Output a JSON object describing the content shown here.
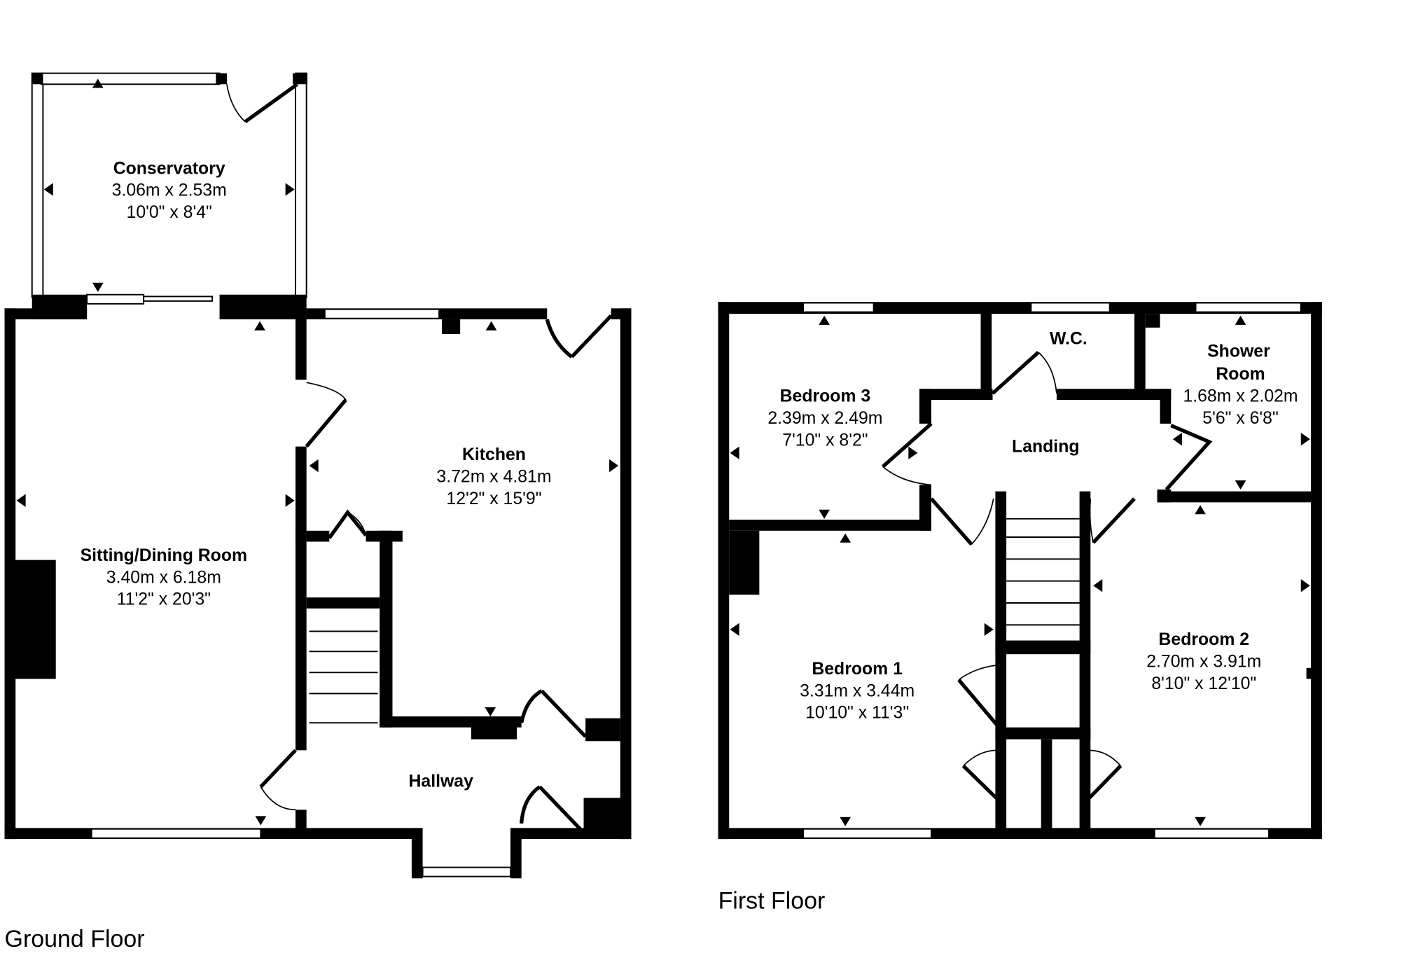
{
  "floors": {
    "ground": {
      "label": "Ground Floor",
      "rooms": {
        "conservatory": {
          "name": "Conservatory",
          "metric": "3.06m x 2.53m",
          "imperial": "10'0\" x 8'4\""
        },
        "sitting": {
          "name": "Sitting/Dining Room",
          "metric": "3.40m x 6.18m",
          "imperial": "11'2\" x 20'3\""
        },
        "kitchen": {
          "name": "Kitchen",
          "metric": "3.72m x 4.81m",
          "imperial": "12'2\" x 15'9\""
        },
        "hallway": {
          "name": "Hallway"
        }
      }
    },
    "first": {
      "label": "First Floor",
      "rooms": {
        "bedroom3": {
          "name": "Bedroom 3",
          "metric": "2.39m x 2.49m",
          "imperial": "7'10\" x 8'2\""
        },
        "wc": {
          "name": "W.C."
        },
        "shower": {
          "name1": "Shower",
          "name2": "Room",
          "metric": "1.68m x 2.02m",
          "imperial": "5'6\" x 6'8\""
        },
        "landing": {
          "name": "Landing"
        },
        "bedroom1": {
          "name": "Bedroom 1",
          "metric": "3.31m x 3.44m",
          "imperial": "10'10\" x 11'3\""
        },
        "bedroom2": {
          "name": "Bedroom 2",
          "metric": "2.70m x 3.91m",
          "imperial": "8'10\" x 12'10\""
        }
      }
    }
  }
}
